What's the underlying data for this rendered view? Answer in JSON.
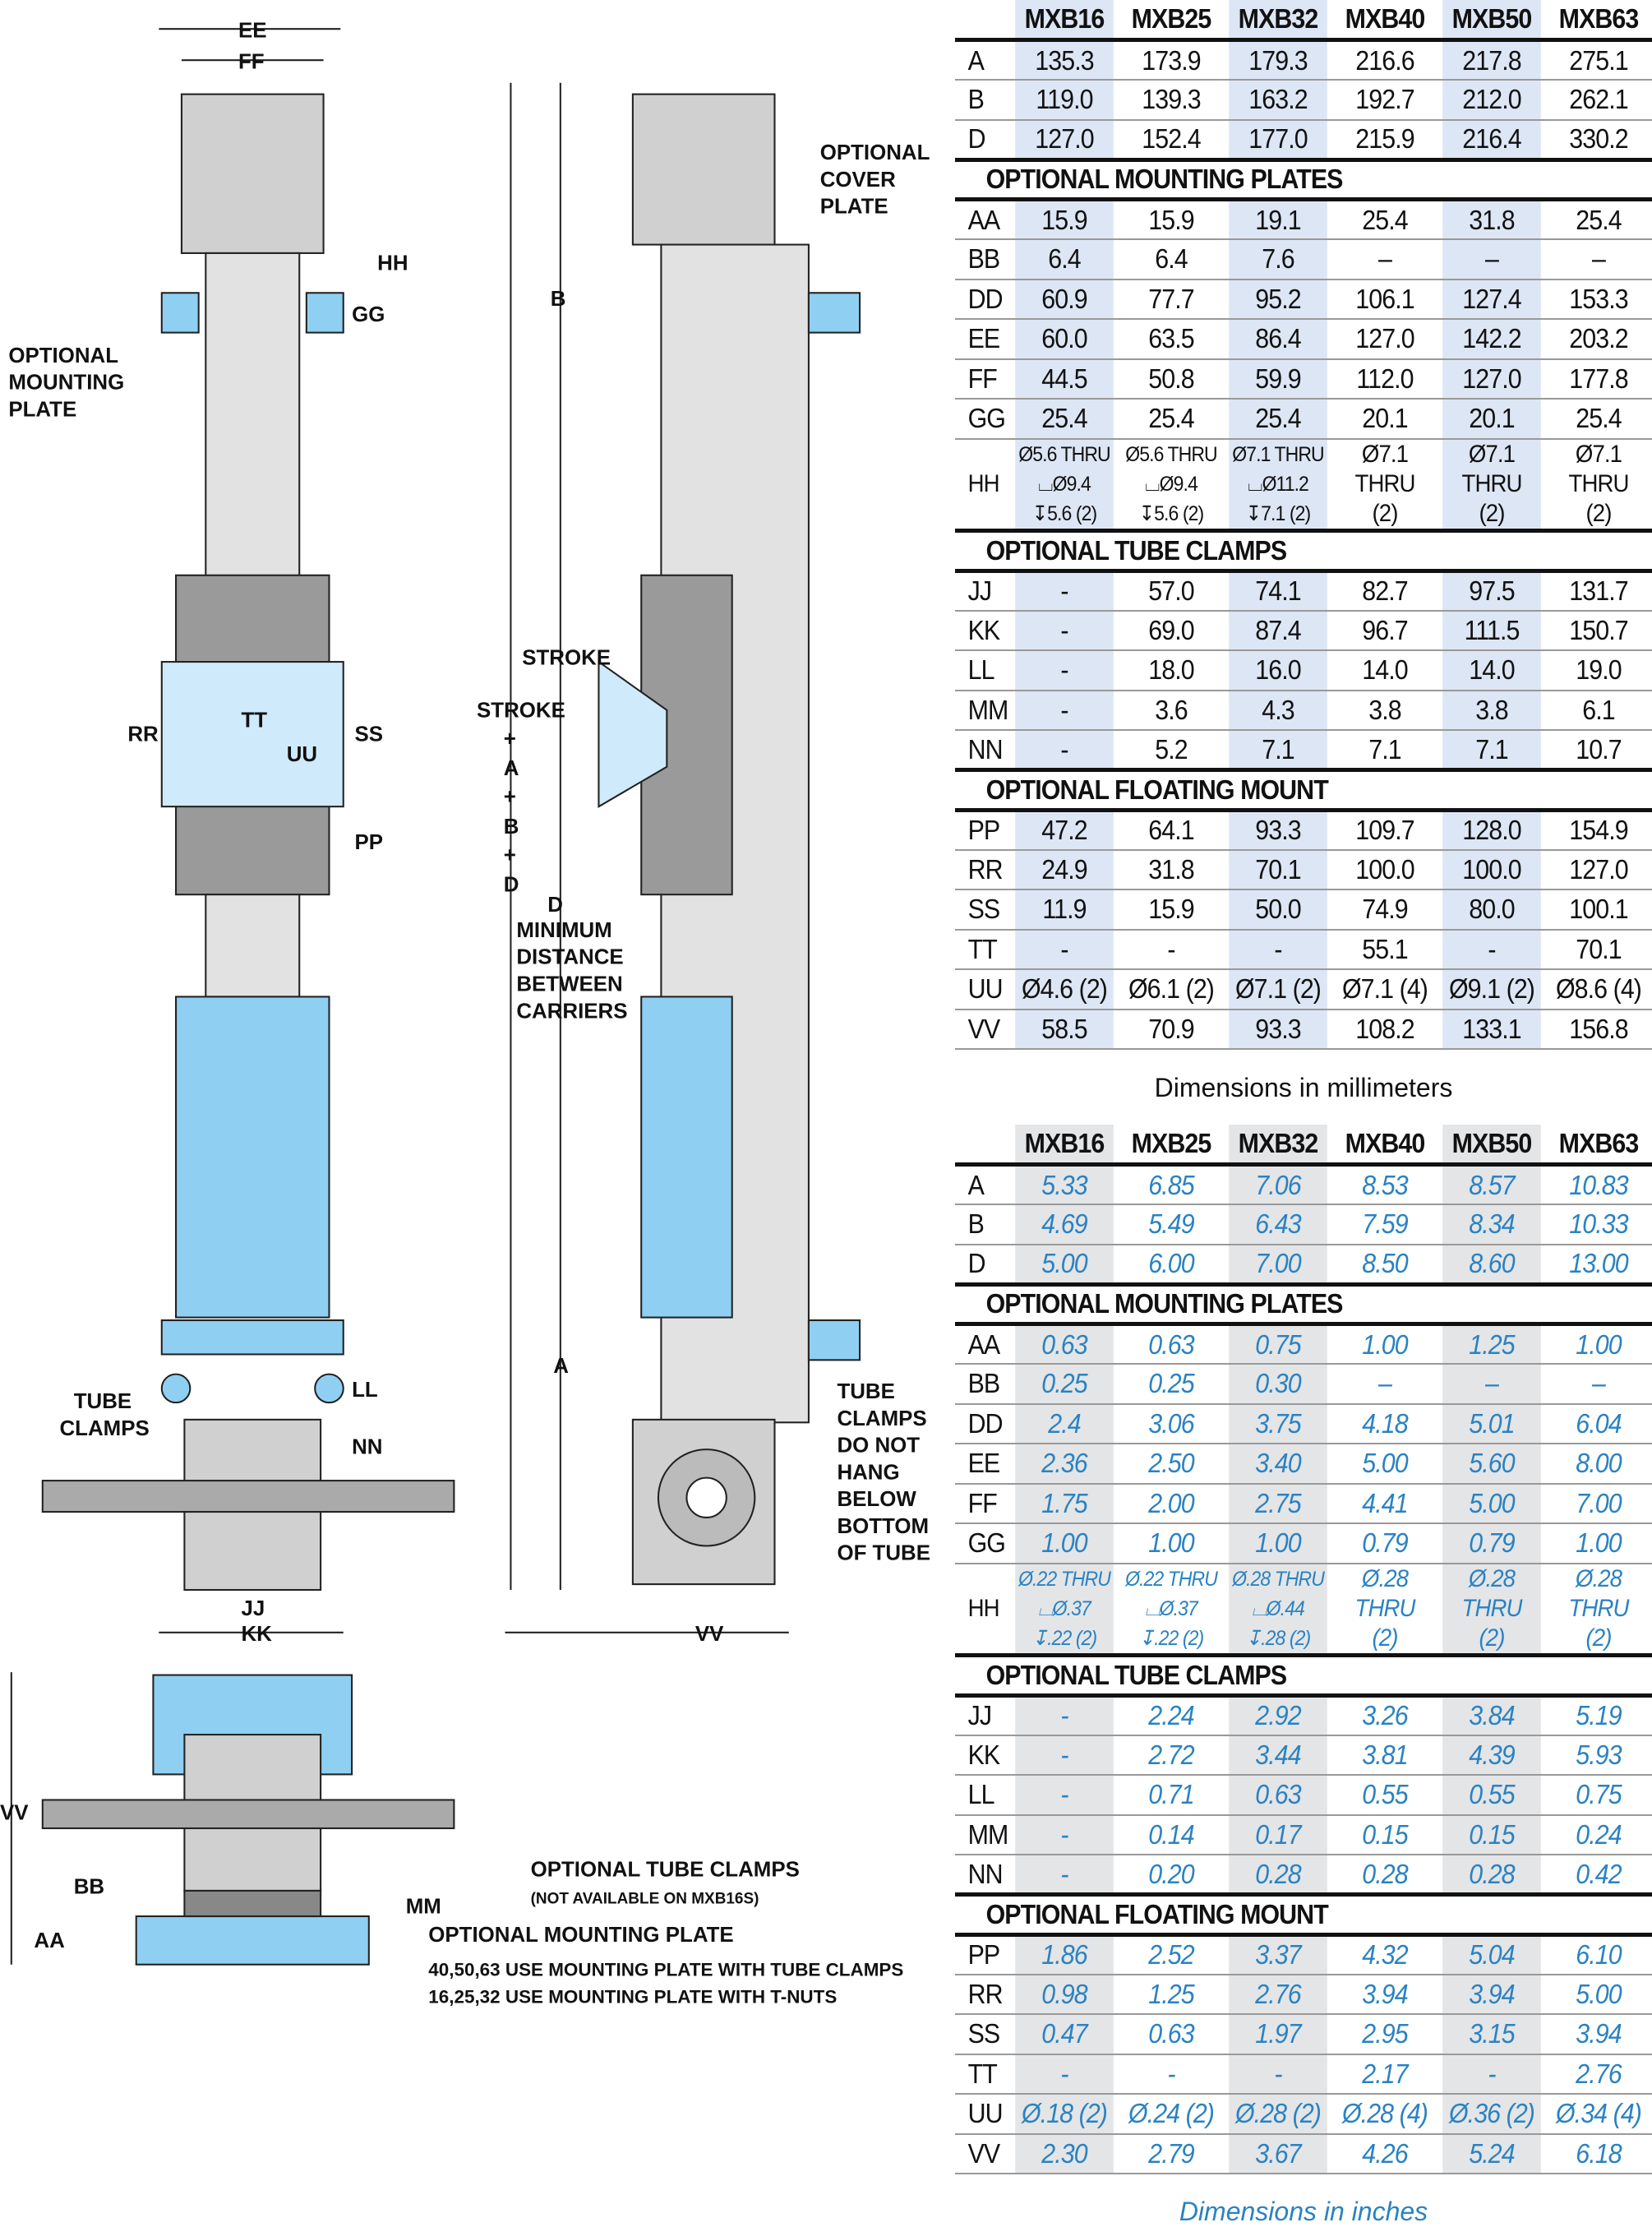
{
  "drawing": {
    "labels": {
      "ee": "EE",
      "ff": "FF",
      "hh": "HH",
      "gg": "GG",
      "omp1": "OPTIONAL",
      "omp2": "MOUNTING",
      "omp3": "PLATE",
      "b": "B",
      "ocp1": "OPTIONAL",
      "ocp2": "COVER",
      "ocp3": "PLATE",
      "stroke": "STROKE",
      "stroke2": "STROKE",
      "plus": "+",
      "a": "A",
      "bl": "B",
      "dl": "D",
      "d": "D",
      "min1": "MINIMUM",
      "min2": "DISTANCE",
      "min3": "BETWEEN",
      "min4": "CARRIERS",
      "rr": "RR",
      "tt": "TT",
      "uu": "UU",
      "ss": "SS",
      "pp": "PP",
      "a2": "A",
      "tc1": "TUBE",
      "tc2": "CLAMPS",
      "ll": "LL",
      "nn": "NN",
      "jj": "JJ",
      "kk": "KK",
      "vv": "VV",
      "tcn1": "TUBE",
      "tcn2": "CLAMPS",
      "tcn3": "DO NOT",
      "tcn4": "HANG",
      "tcn5": "BELOW",
      "tcn6": "BOTTOM",
      "tcn7": "OF TUBE",
      "vv2": "VV",
      "bb": "BB",
      "aa": "AA",
      "mm": "MM",
      "otc": "OPTIONAL TUBE CLAMPS",
      "otc_note": "(NOT AVAILABLE ON MXB16S)",
      "omp": "OPTIONAL MOUNTING PLATE",
      "note1": "40,50,63 USE MOUNTING PLATE WITH TUBE CLAMPS",
      "note2": "16,25,32 USE MOUNTING PLATE WITH T-NUTS"
    }
  },
  "models": [
    "MXB16",
    "MXB25",
    "MXB32",
    "MXB40",
    "MXB50",
    "MXB63"
  ],
  "mm": {
    "caption": "Dimensions in millimeters",
    "main": [
      [
        "A",
        "135.3",
        "173.9",
        "179.3",
        "216.6",
        "217.8",
        "275.1"
      ],
      [
        "B",
        "119.0",
        "139.3",
        "163.2",
        "192.7",
        "212.0",
        "262.1"
      ],
      [
        "D",
        "127.0",
        "152.4",
        "177.0",
        "215.9",
        "216.4",
        "330.2"
      ]
    ],
    "sections": [
      {
        "title": "OPTIONAL MOUNTING PLATES",
        "rows": [
          [
            "AA",
            "15.9",
            "15.9",
            "19.1",
            "25.4",
            "31.8",
            "25.4"
          ],
          [
            "BB",
            "6.4",
            "6.4",
            "7.6",
            "–",
            "–",
            "–"
          ],
          [
            "DD",
            "60.9",
            "77.7",
            "95.2",
            "106.1",
            "127.4",
            "153.3"
          ],
          [
            "EE",
            "60.0",
            "63.5",
            "86.4",
            "127.0",
            "142.2",
            "203.2"
          ],
          [
            "FF",
            "44.5",
            "50.8",
            "59.9",
            "112.0",
            "127.0",
            "177.8"
          ],
          [
            "GG",
            "25.4",
            "25.4",
            "25.4",
            "20.1",
            "20.1",
            "25.4"
          ]
        ],
        "hh": [
          "HH",
          [
            "Ø5.6 THRU",
            "⌴Ø9.4",
            "↧5.6 (2)"
          ],
          [
            "Ø5.6 THRU",
            "⌴Ø9.4",
            "↧5.6 (2)"
          ],
          [
            "Ø7.1 THRU",
            "⌴Ø11.2",
            "↧7.1 (2)"
          ],
          [
            "Ø7.1",
            "THRU",
            "(2)"
          ],
          [
            "Ø7.1",
            "THRU",
            "(2)"
          ],
          [
            "Ø7.1",
            "THRU",
            "(2)"
          ]
        ]
      },
      {
        "title": "OPTIONAL TUBE CLAMPS",
        "rows": [
          [
            "JJ",
            "-",
            "57.0",
            "74.1",
            "82.7",
            "97.5",
            "131.7"
          ],
          [
            "KK",
            "-",
            "69.0",
            "87.4",
            "96.7",
            "111.5",
            "150.7"
          ],
          [
            "LL",
            "-",
            "18.0",
            "16.0",
            "14.0",
            "14.0",
            "19.0"
          ],
          [
            "MM",
            "-",
            "3.6",
            "4.3",
            "3.8",
            "3.8",
            "6.1"
          ],
          [
            "NN",
            "-",
            "5.2",
            "7.1",
            "7.1",
            "7.1",
            "10.7"
          ]
        ]
      },
      {
        "title": "OPTIONAL FLOATING MOUNT",
        "rows": [
          [
            "PP",
            "47.2",
            "64.1",
            "93.3",
            "109.7",
            "128.0",
            "154.9"
          ],
          [
            "RR",
            "24.9",
            "31.8",
            "70.1",
            "100.0",
            "100.0",
            "127.0"
          ],
          [
            "SS",
            "11.9",
            "15.9",
            "50.0",
            "74.9",
            "80.0",
            "100.1"
          ],
          [
            "TT",
            "-",
            "-",
            "-",
            "55.1",
            "-",
            "70.1"
          ],
          [
            "UU",
            "Ø4.6 (2)",
            "Ø6.1 (2)",
            "Ø7.1 (2)",
            "Ø7.1 (4)",
            "Ø9.1 (2)",
            "Ø8.6 (4)"
          ],
          [
            "VV",
            "58.5",
            "70.9",
            "93.3",
            "108.2",
            "133.1",
            "156.8"
          ]
        ]
      }
    ]
  },
  "in": {
    "caption": "Dimensions in inches",
    "main": [
      [
        "A",
        "5.33",
        "6.85",
        "7.06",
        "8.53",
        "8.57",
        "10.83"
      ],
      [
        "B",
        "4.69",
        "5.49",
        "6.43",
        "7.59",
        "8.34",
        "10.33"
      ],
      [
        "D",
        "5.00",
        "6.00",
        "7.00",
        "8.50",
        "8.60",
        "13.00"
      ]
    ],
    "sections": [
      {
        "title": "OPTIONAL MOUNTING PLATES",
        "rows": [
          [
            "AA",
            "0.63",
            "0.63",
            "0.75",
            "1.00",
            "1.25",
            "1.00"
          ],
          [
            "BB",
            "0.25",
            "0.25",
            "0.30",
            "–",
            "–",
            "–"
          ],
          [
            "DD",
            "2.4",
            "3.06",
            "3.75",
            "4.18",
            "5.01",
            "6.04"
          ],
          [
            "EE",
            "2.36",
            "2.50",
            "3.40",
            "5.00",
            "5.60",
            "8.00"
          ],
          [
            "FF",
            "1.75",
            "2.00",
            "2.75",
            "4.41",
            "5.00",
            "7.00"
          ],
          [
            "GG",
            "1.00",
            "1.00",
            "1.00",
            "0.79",
            "0.79",
            "1.00"
          ]
        ],
        "hh": [
          "HH",
          [
            "Ø.22 THRU",
            "⌴Ø.37",
            "↧.22 (2)"
          ],
          [
            "Ø.22 THRU",
            "⌴Ø.37",
            "↧.22 (2)"
          ],
          [
            "Ø.28 THRU",
            "⌴Ø.44",
            "↧.28 (2)"
          ],
          [
            "Ø.28",
            "THRU",
            "(2)"
          ],
          [
            "Ø.28",
            "THRU",
            "(2)"
          ],
          [
            "Ø.28",
            "THRU",
            "(2)"
          ]
        ]
      },
      {
        "title": "OPTIONAL TUBE CLAMPS",
        "rows": [
          [
            "JJ",
            "-",
            "2.24",
            "2.92",
            "3.26",
            "3.84",
            "5.19"
          ],
          [
            "KK",
            "-",
            "2.72",
            "3.44",
            "3.81",
            "4.39",
            "5.93"
          ],
          [
            "LL",
            "-",
            "0.71",
            "0.63",
            "0.55",
            "0.55",
            "0.75"
          ],
          [
            "MM",
            "-",
            "0.14",
            "0.17",
            "0.15",
            "0.15",
            "0.24"
          ],
          [
            "NN",
            "-",
            "0.20",
            "0.28",
            "0.28",
            "0.28",
            "0.42"
          ]
        ]
      },
      {
        "title": "OPTIONAL FLOATING MOUNT",
        "rows": [
          [
            "PP",
            "1.86",
            "2.52",
            "3.37",
            "4.32",
            "5.04",
            "6.10"
          ],
          [
            "RR",
            "0.98",
            "1.25",
            "2.76",
            "3.94",
            "3.94",
            "5.00"
          ],
          [
            "SS",
            "0.47",
            "0.63",
            "1.97",
            "2.95",
            "3.15",
            "3.94"
          ],
          [
            "TT",
            "-",
            "-",
            "-",
            "2.17",
            "-",
            "2.76"
          ],
          [
            "UU",
            "Ø.18 (2)",
            "Ø.24 (2)",
            "Ø.28 (2)",
            "Ø.28 (4)",
            "Ø.36 (2)",
            "Ø.34 (4)"
          ],
          [
            "VV",
            "2.30",
            "2.79",
            "3.67",
            "4.26",
            "5.24",
            "6.18"
          ]
        ]
      }
    ]
  },
  "colors": {
    "blue": "#8fd0f2",
    "gray": "#c8c8c8",
    "accent": "#2a82c2"
  }
}
